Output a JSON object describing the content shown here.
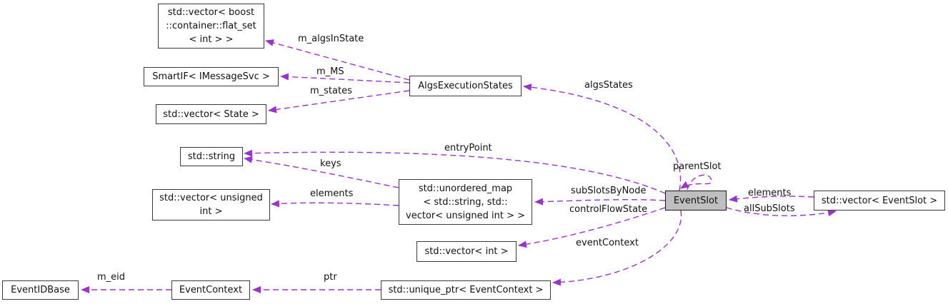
{
  "diagram_type": "doxygen-collaboration-graph",
  "colors": {
    "edge": "#9a32cd",
    "node_border": "#3a3a3a",
    "highlighted_node_fill": "#bfbfbf",
    "background": "#ffffff"
  },
  "nodes": [
    {
      "label": "std::vector< boost\n::container::flat_set\n< int > >",
      "highlighted": false
    },
    {
      "label": "SmartIF< IMessageSvc >",
      "highlighted": false
    },
    {
      "label": "std::vector< State >",
      "highlighted": false
    },
    {
      "label": "std::string",
      "highlighted": false
    },
    {
      "label": "std::vector< unsigned\nint >",
      "highlighted": false
    },
    {
      "label": "std::unordered_map\n< std::string, std::\nvector< unsigned int > >",
      "highlighted": false
    },
    {
      "label": "AlgsExecutionStates",
      "highlighted": false
    },
    {
      "label": "std::vector< int >",
      "highlighted": false
    },
    {
      "label": "std::unique_ptr< EventContext >",
      "highlighted": false
    },
    {
      "label": "EventContext",
      "highlighted": false
    },
    {
      "label": "EventIDBase",
      "highlighted": false
    },
    {
      "label": "EventSlot",
      "highlighted": true
    },
    {
      "label": "std::vector< EventSlot >",
      "highlighted": false
    }
  ],
  "edges": [
    {
      "label": "m_algsInState",
      "from": "AlgsExecutionStates",
      "to": "std::vector< boost::container::flat_set< int > >"
    },
    {
      "label": "m_MS",
      "from": "AlgsExecutionStates",
      "to": "SmartIF< IMessageSvc >"
    },
    {
      "label": "m_states",
      "from": "AlgsExecutionStates",
      "to": "std::vector< State >"
    },
    {
      "label": "algsStates",
      "from": "EventSlot",
      "to": "AlgsExecutionStates"
    },
    {
      "label": "entryPoint",
      "from": "EventSlot",
      "to": "std::string"
    },
    {
      "label": "keys",
      "from": "std::unordered_map< std::string, std::vector< unsigned int > >",
      "to": "std::string"
    },
    {
      "label": "elements",
      "from": "std::unordered_map< std::string, std::vector< unsigned int > >",
      "to": "std::vector< unsigned int >"
    },
    {
      "label": "subSlotsByNode",
      "from": "EventSlot",
      "to": "std::unordered_map< std::string, std::vector< unsigned int > >"
    },
    {
      "label": "controlFlowState",
      "from": "EventSlot",
      "to": "std::vector< int >"
    },
    {
      "label": "parentSlot",
      "from": "EventSlot",
      "to": "EventSlot"
    },
    {
      "label": "elements",
      "from": "std::vector< EventSlot >",
      "to": "EventSlot"
    },
    {
      "label": "allSubSlots",
      "from": "EventSlot",
      "to": "std::vector< EventSlot >"
    },
    {
      "label": "eventContext",
      "from": "EventSlot",
      "to": "std::unique_ptr< EventContext >"
    },
    {
      "label": "ptr",
      "from": "std::unique_ptr< EventContext >",
      "to": "EventContext"
    },
    {
      "label": "m_eid",
      "from": "EventContext",
      "to": "EventIDBase"
    }
  ]
}
